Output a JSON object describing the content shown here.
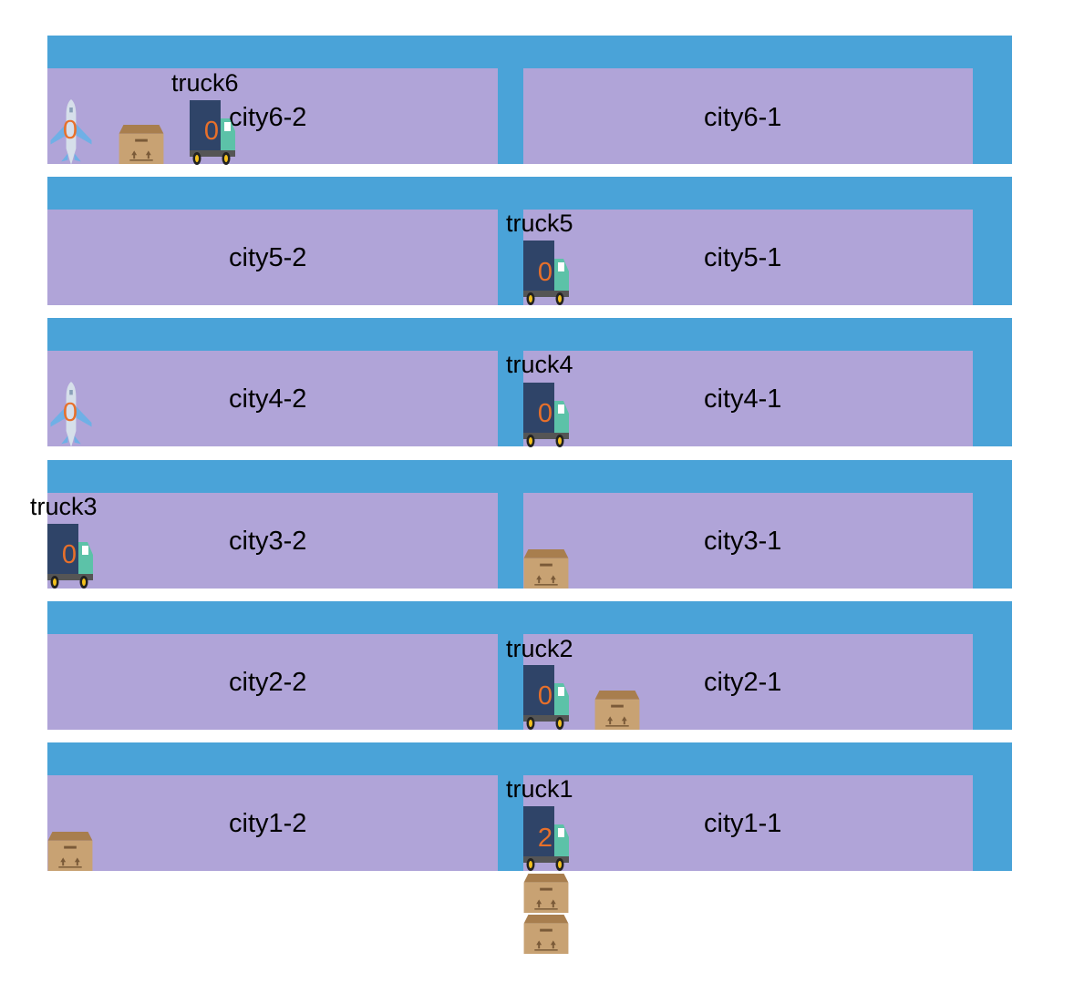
{
  "colors": {
    "road": "#4aa3d8",
    "location": "#b0a4d8",
    "count": "#e8702a",
    "truck_body": "#2f4468",
    "truck_cab": "#5cc2a8",
    "box": "#c8a273",
    "plane": "#c5d1e0"
  },
  "cities": [
    {
      "loc2": "city6-2",
      "loc1": "city6-1"
    },
    {
      "loc2": "city5-2",
      "loc1": "city5-1"
    },
    {
      "loc2": "city4-2",
      "loc1": "city4-1"
    },
    {
      "loc2": "city3-2",
      "loc1": "city3-1"
    },
    {
      "loc2": "city2-2",
      "loc1": "city2-1"
    },
    {
      "loc2": "city1-2",
      "loc1": "city1-1"
    }
  ],
  "trucks": [
    {
      "name": "truck6",
      "load": "0"
    },
    {
      "name": "truck5",
      "load": "0"
    },
    {
      "name": "truck4",
      "load": "0"
    },
    {
      "name": "truck3",
      "load": "0"
    },
    {
      "name": "truck2",
      "load": "0"
    },
    {
      "name": "truck1",
      "load": "2"
    }
  ],
  "airplanes": [
    {
      "load": "0"
    },
    {
      "load": "0"
    }
  ],
  "packages": [
    {
      "icon": "package-icon"
    },
    {
      "icon": "package-icon"
    },
    {
      "icon": "package-icon"
    },
    {
      "icon": "package-icon"
    },
    {
      "icon": "package-icon"
    },
    {
      "icon": "package-icon"
    }
  ]
}
